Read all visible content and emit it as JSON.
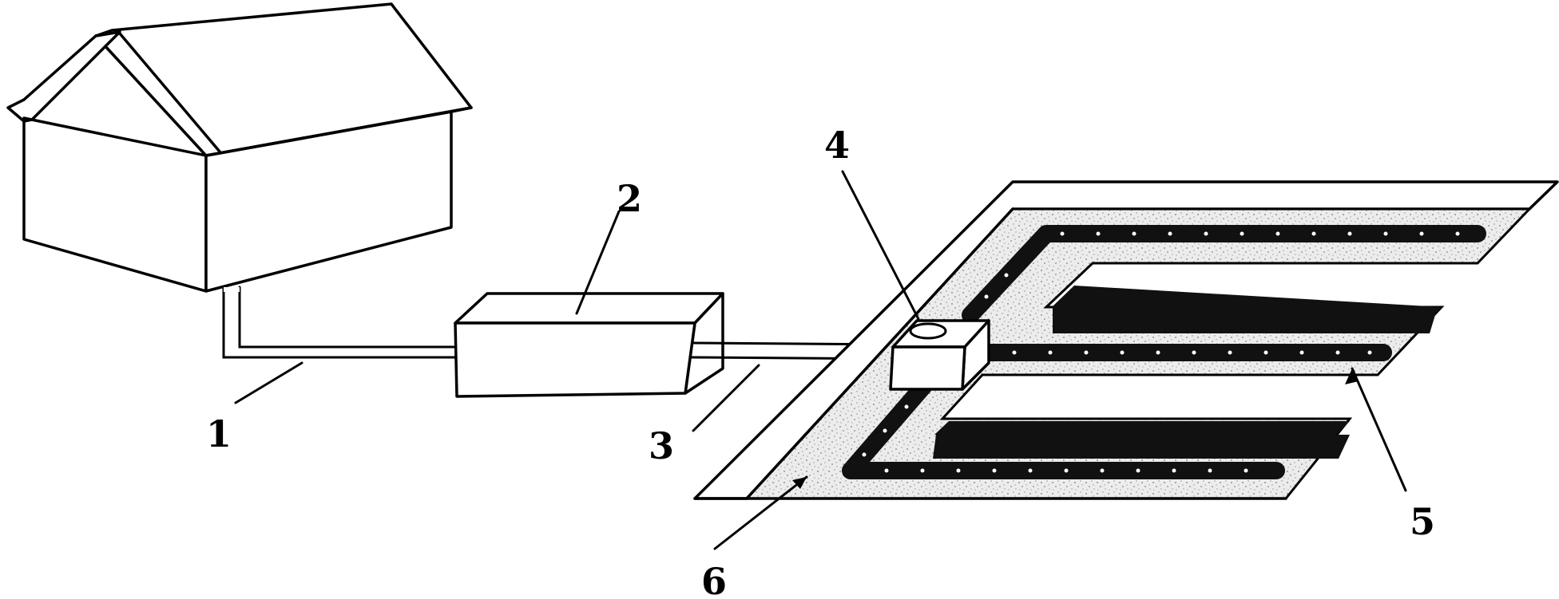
{
  "figure": {
    "labels": {
      "house_pipe": "1",
      "treatment_box": "2",
      "outlet_pipe": "3",
      "distribution_box": "4",
      "perforated_pipe": "5",
      "infiltration_bed": "6"
    },
    "colors": {
      "ink": "#000000",
      "background": "#ffffff",
      "fill_media": "#e6e6e6",
      "pipe_dark": "#111111"
    }
  }
}
